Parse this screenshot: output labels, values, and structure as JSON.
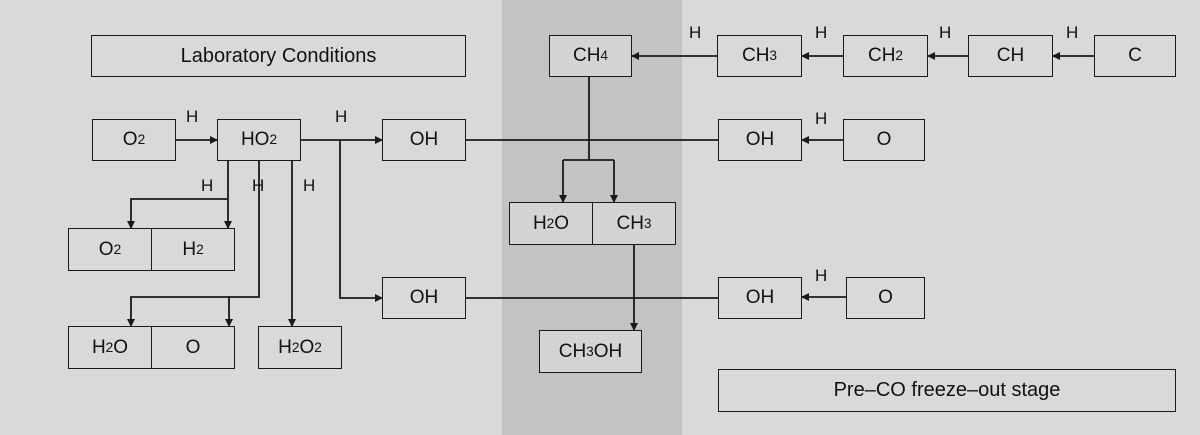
{
  "titles": {
    "lab": "Laboratory Conditions",
    "stage": "Pre–CO freeze–out stage"
  },
  "species": {
    "o2_top": {
      "base": "O",
      "sub": "2"
    },
    "ho2": {
      "base": "HO",
      "sub": "2"
    },
    "oh_left1": "OH",
    "oh_left2": "OH",
    "o2_mid": {
      "base": "O",
      "sub": "2"
    },
    "h2": {
      "base": "H",
      "sub": "2"
    },
    "h2o_left": {
      "base": "H",
      "sub": "2",
      "tail": "O"
    },
    "o_left": "O",
    "h2o2": {
      "base": "H",
      "sub": "2",
      "mid": "O",
      "sub2": "2"
    },
    "ch4": {
      "base": "CH",
      "sub": "4"
    },
    "h2o_mid": {
      "base": "H",
      "sub": "2",
      "tail": "O"
    },
    "ch3_mid": {
      "base": "CH",
      "sub": "3"
    },
    "ch3oh": {
      "base": "CH",
      "sub": "3",
      "tail": "OH"
    },
    "ch3_top": {
      "base": "CH",
      "sub": "3"
    },
    "ch2_top": {
      "base": "CH",
      "sub": "2"
    },
    "ch_top": "CH",
    "c_top": "C",
    "oh_right1": "OH",
    "o_right1": "O",
    "oh_right2": "OH",
    "o_right2": "O"
  },
  "reactant_labels": {
    "h_o2_ho2": "H",
    "h_ho2_oh": "H",
    "h_branch_o2h2": "H",
    "h_branch_h2o_o": "H",
    "h_branch_h2o2": "H",
    "h_ch3_ch4": "H",
    "h_ch2_ch3": "H",
    "h_ch_ch2": "H",
    "h_c_ch": "H",
    "h_o_oh1": "H",
    "h_o_oh2": "H"
  },
  "colors": {
    "background": "#d9d9d9",
    "middle_band": "#c3c3c3",
    "lines": "#1a1a1a"
  }
}
